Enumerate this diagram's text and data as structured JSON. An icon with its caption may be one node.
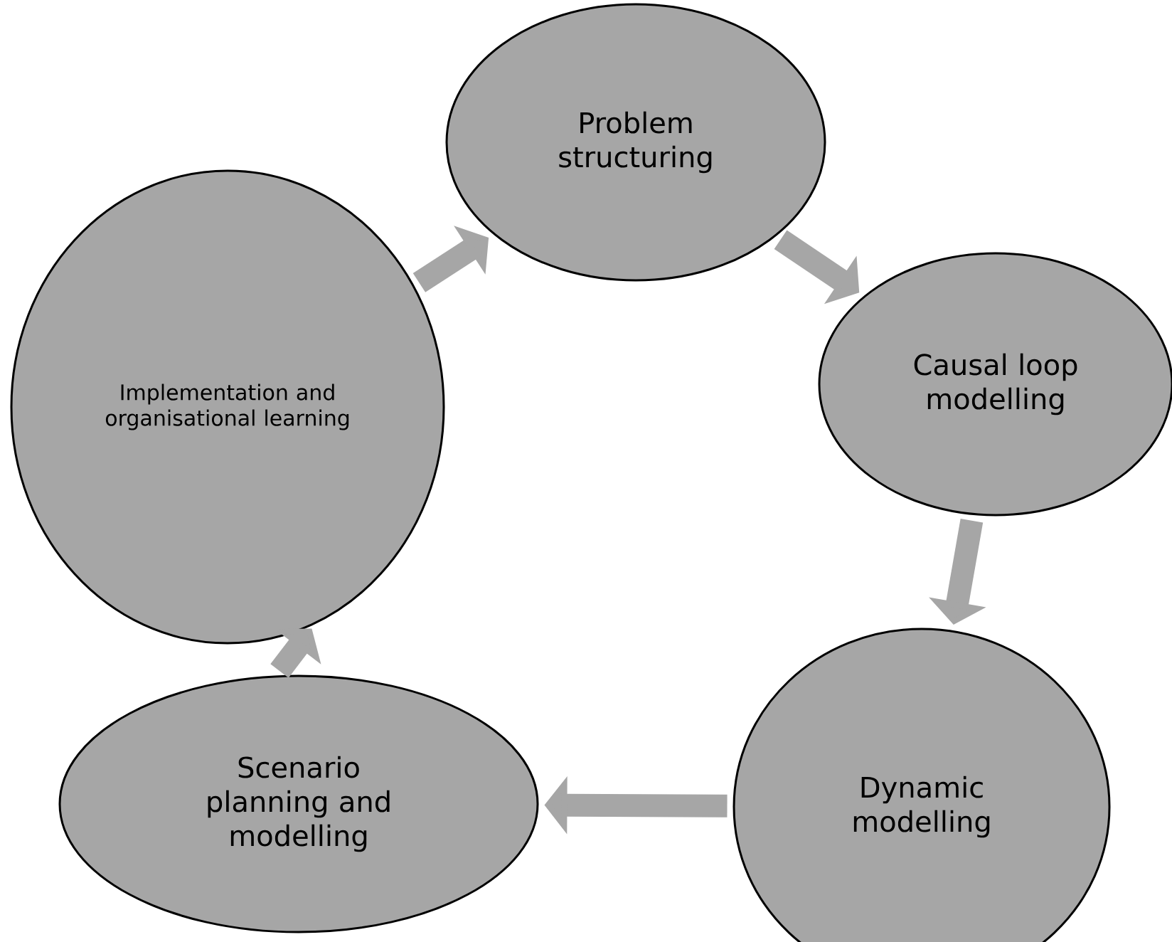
{
  "diagram": {
    "nodes": [
      {
        "text": [
          "Problem structuring"
        ]
      },
      {
        "text": [
          "Causal loop modelling"
        ]
      },
      {
        "text": [
          "Dynamic modelling"
        ]
      },
      {
        "text": [
          "Scenario planning and modelling"
        ]
      },
      {
        "text": [
          "Implementation and organisational learning"
        ]
      }
    ],
    "edges": [
      {
        "from": 0,
        "to": 1,
        "arrow": "to"
      },
      {
        "from": 1,
        "to": 2,
        "arrow": "to"
      },
      {
        "from": 2,
        "to": 3,
        "arrow": "to"
      },
      {
        "from": 3,
        "to": 4,
        "arrow": "to"
      },
      {
        "from": 4,
        "to": 0,
        "arrow": "to"
      }
    ]
  }
}
